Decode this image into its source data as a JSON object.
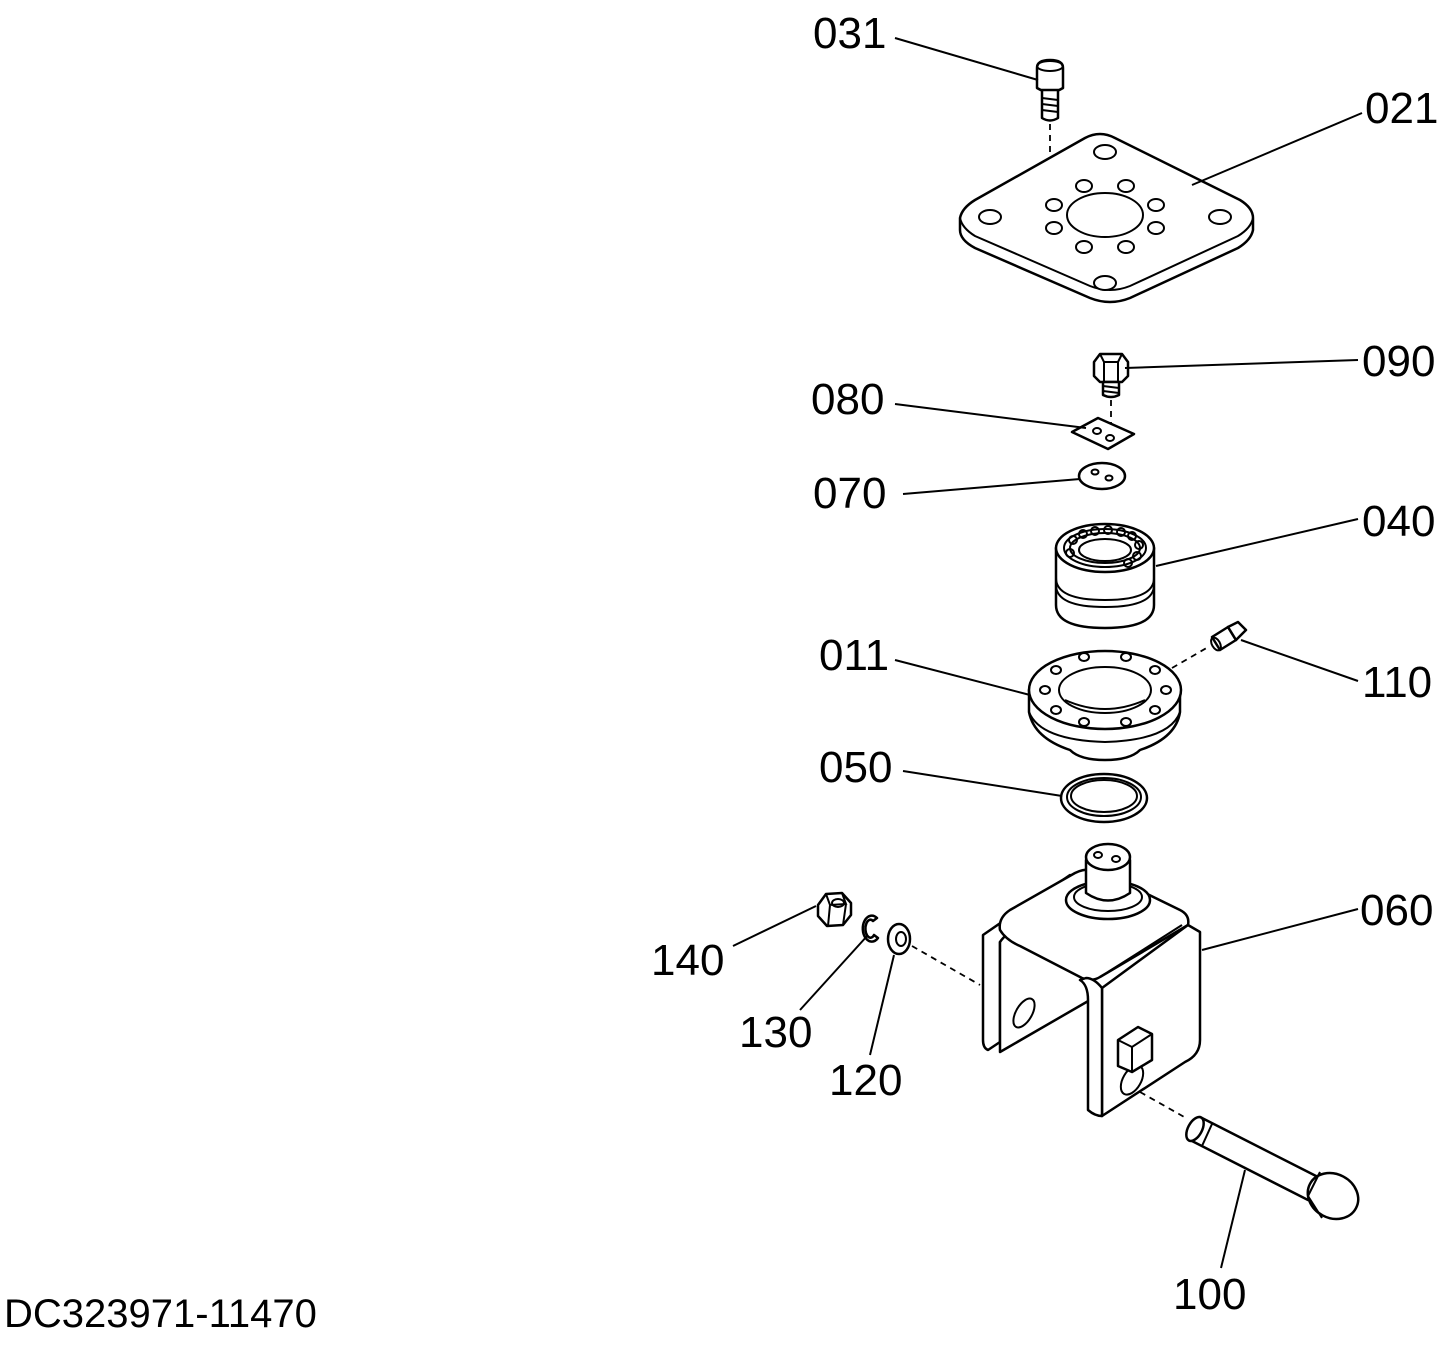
{
  "diagram": {
    "parts": [
      {
        "id": "p031",
        "callout": "031"
      },
      {
        "id": "p021",
        "callout": "021"
      },
      {
        "id": "p090",
        "callout": "090"
      },
      {
        "id": "p080",
        "callout": "080"
      },
      {
        "id": "p070",
        "callout": "070"
      },
      {
        "id": "p040",
        "callout": "040"
      },
      {
        "id": "p011",
        "callout": "011"
      },
      {
        "id": "p110",
        "callout": "110"
      },
      {
        "id": "p050",
        "callout": "050"
      },
      {
        "id": "p060",
        "callout": "060"
      },
      {
        "id": "p140",
        "callout": "140"
      },
      {
        "id": "p130",
        "callout": "130"
      },
      {
        "id": "p120",
        "callout": "120"
      },
      {
        "id": "p100",
        "callout": "100"
      }
    ],
    "drawing_number": "DC323971-11470"
  }
}
